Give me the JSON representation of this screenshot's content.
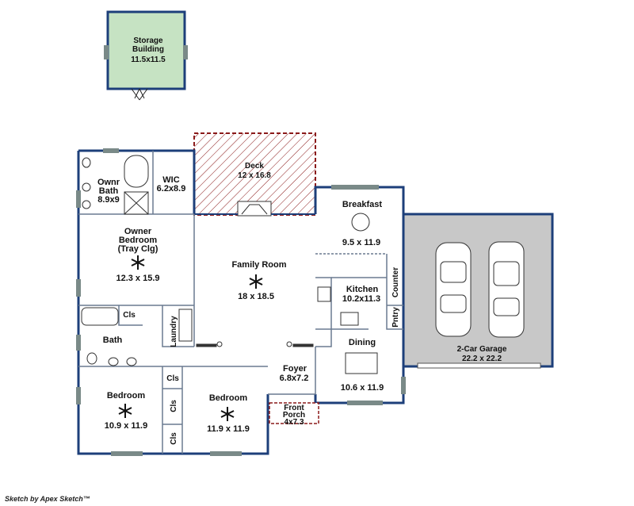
{
  "plan": {
    "colors": {
      "wall": "#1d3f7a",
      "storage_fill": "#c6e3c3",
      "garage_fill": "#c8c8c8",
      "deck_outline": "#8b1a1a",
      "window": "#7a8a88"
    },
    "rooms": {
      "storage": {
        "line1": "Storage",
        "line2": "Building",
        "dims": "11.5x11.5"
      },
      "deck": {
        "name": "Deck",
        "dims": "12 x 16.8"
      },
      "ownr_bath": {
        "line1": "Ownr",
        "line2": "Bath",
        "dims": "8.9x9"
      },
      "wic": {
        "name": "WIC",
        "dims": "6.2x8.9"
      },
      "owner_bedroom": {
        "line1": "Owner",
        "line2": "Bedroom",
        "line3": "(Tray Clg)",
        "dims": "12.3 x 15.9"
      },
      "family_room": {
        "name": "Family Room",
        "dims": "18 x 18.5"
      },
      "breakfast": {
        "name": "Breakfast",
        "dims": "9.5 x 11.9"
      },
      "kitchen": {
        "name": "Kitchen",
        "dims": "10.2x11.3"
      },
      "counter": {
        "name": "Counter"
      },
      "pantry": {
        "name": "Pntry"
      },
      "dining": {
        "name": "Dining",
        "dims": "10.6 x 11.9"
      },
      "foyer": {
        "name": "Foyer",
        "dims": "6.8x7.2"
      },
      "front_porch": {
        "line1": "Front",
        "line2": "Porch",
        "dims": "4x7.3"
      },
      "garage": {
        "name": "2-Car Garage",
        "dims": "22.2 x 22.2"
      },
      "laundry": {
        "name": "Laundry"
      },
      "bath": {
        "name": "Bath"
      },
      "closet_bath": {
        "name": "Cls"
      },
      "closet_a": {
        "name": "Cls"
      },
      "closet_b": {
        "name": "Cls"
      },
      "closet_c": {
        "name": "Cls"
      },
      "bedroom_left": {
        "name": "Bedroom",
        "dims": "10.9 x 11.9"
      },
      "bedroom_right": {
        "name": "Bedroom",
        "dims": "11.9 x 11.9"
      }
    }
  },
  "footer": {
    "credit": "Sketch by Apex Sketch™"
  }
}
